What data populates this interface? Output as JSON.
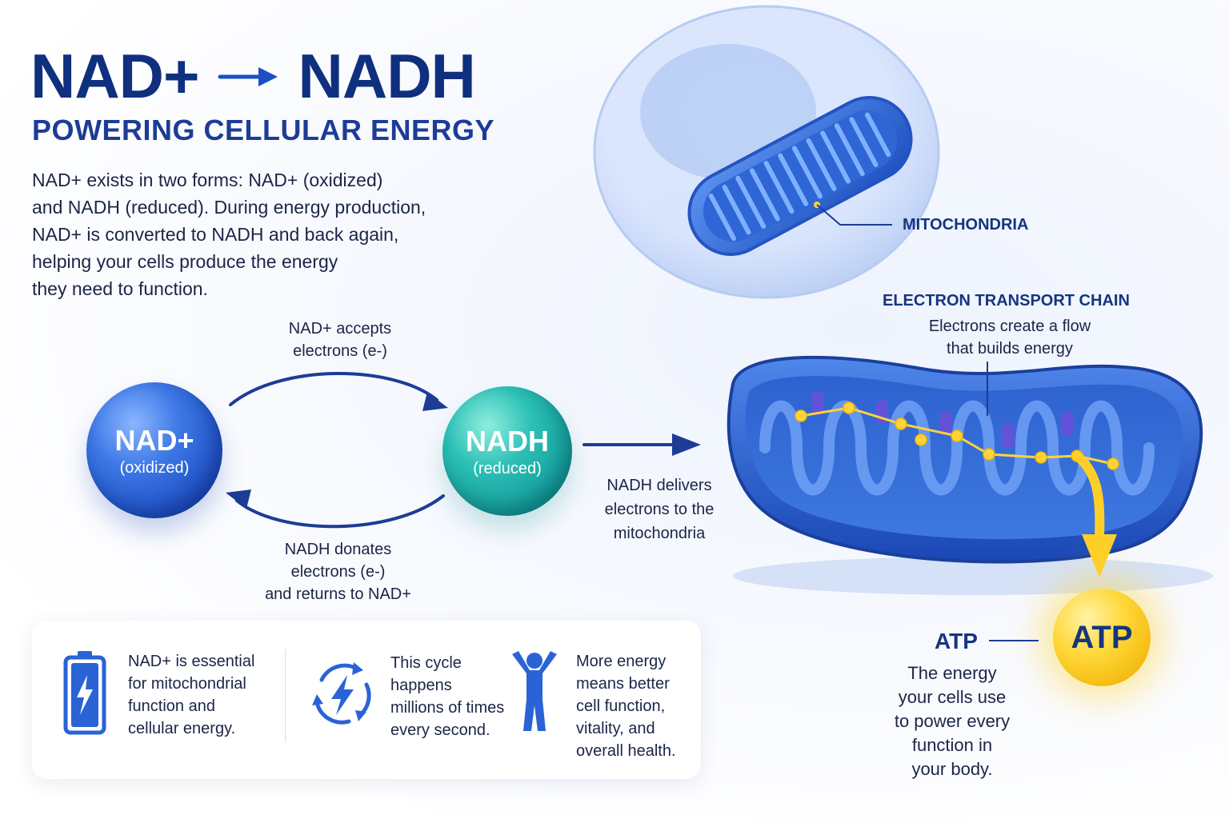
{
  "header": {
    "title_left": "NAD+",
    "title_right": "NADH",
    "subtitle": "POWERING CELLULAR ENERGY",
    "intro_lines": [
      "NAD+ exists in two forms: NAD+ (oxidized)",
      "and NADH (reduced). During energy production,",
      "NAD+ is converted to NADH and back again,",
      "helping your cells produce the energy",
      "they need to function."
    ]
  },
  "cycle": {
    "nad": {
      "name": "NAD+",
      "state": "(oxidized)"
    },
    "nadh": {
      "name": "NADH",
      "state": "(reduced)"
    },
    "top_lines": [
      "NAD+ accepts",
      "electrons (e-)"
    ],
    "bottom_lines": [
      "NADH donates",
      "electrons (e-)",
      "and returns to NAD+"
    ],
    "deliver_lines": [
      "NADH delivers",
      "electrons to the",
      "mitochondria"
    ]
  },
  "mito": {
    "label": "MITOCHONDRIA",
    "etc_title": "ELECTRON TRANSPORT CHAIN",
    "etc_lines": [
      "Electrons create a flow",
      "that builds energy"
    ]
  },
  "atp": {
    "ball": "ATP",
    "label": "ATP",
    "lines": [
      "The energy",
      "your cells use",
      "to power every",
      "function in",
      "your body."
    ]
  },
  "facts": [
    {
      "icon": "battery-icon",
      "lines": [
        "NAD+ is essential",
        "for mitochondrial",
        "function and",
        "cellular energy."
      ]
    },
    {
      "icon": "cycle-lightning-icon",
      "lines": [
        "This cycle",
        "happens",
        "millions of times",
        "every second."
      ]
    },
    {
      "icon": "person-icon",
      "lines": [
        "More energy",
        "means better",
        "cell function,",
        "vitality, and",
        "overall health."
      ]
    }
  ],
  "colors": {
    "navy": "#0f2f7f",
    "nad_blue": "#2a63d6",
    "nadh_teal": "#1fb0aa",
    "atp_yellow": "#ffd22e"
  }
}
